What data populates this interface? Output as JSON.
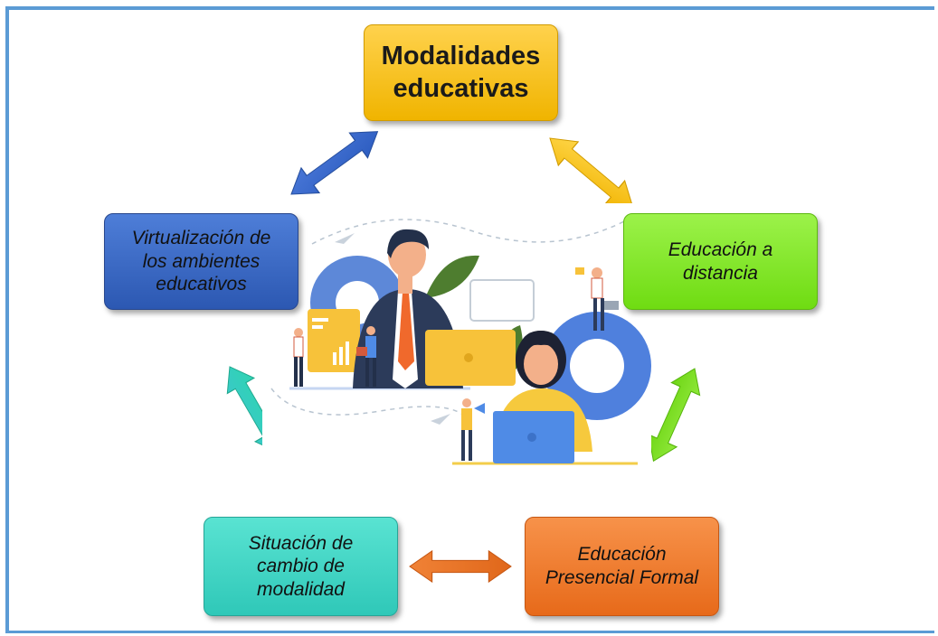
{
  "diagram": {
    "nodes": {
      "top": "Modalidades\neducativas",
      "left": "Virtualización de\nlos ambientes\neducativos",
      "right": "Educación a\ndistancia",
      "bottom_left": "Situación de\ncambio de\nmodalidad",
      "bottom_right": "Educación\nPresencial Formal"
    },
    "colors": {
      "frame": "#5b9bd5",
      "top": "#f5bd14",
      "left": "#3567c4",
      "right": "#80e52a",
      "bottom_left": "#3ed4c3",
      "bottom_right": "#ee7a2c"
    }
  },
  "illustration": {
    "description_icon": "online-education-illustration"
  }
}
